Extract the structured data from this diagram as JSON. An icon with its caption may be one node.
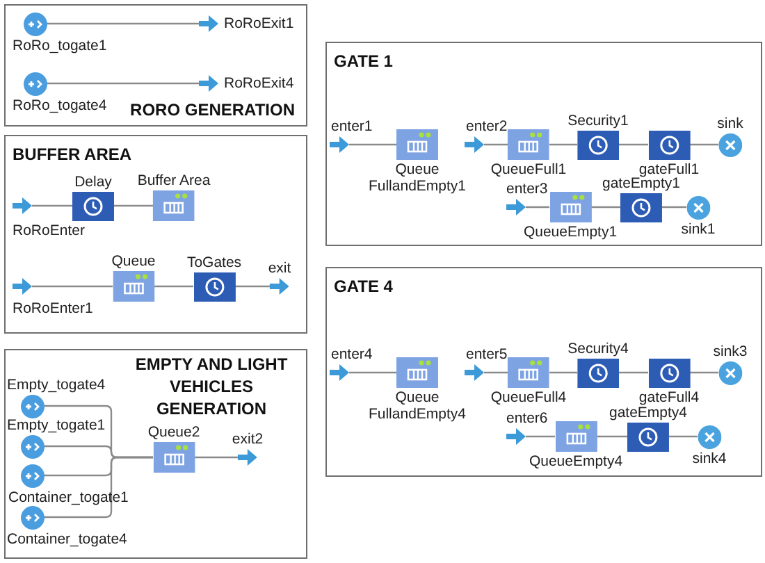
{
  "diagram": {
    "nodes": [
      {
        "text": [
          "RORO GENERATION"
        ]
      },
      {
        "text": [
          "RoRo_togate1"
        ],
        "in": 0
      },
      {
        "text": [
          "RoRoExit1"
        ],
        "in": 0
      },
      {
        "text": [
          "RoRo_togate4"
        ],
        "in": 0
      },
      {
        "text": [
          "RoRoExit4"
        ],
        "in": 0
      },
      {
        "text": [
          "BUFFER AREA"
        ]
      },
      {
        "text": [
          "RoRoEnter"
        ],
        "in": 5
      },
      {
        "text": [
          "Delay"
        ],
        "in": 5
      },
      {
        "text": [
          "Buffer Area"
        ],
        "in": 5
      },
      {
        "text": [
          "RoRoEnter1"
        ],
        "in": 5
      },
      {
        "text": [
          "Queue"
        ],
        "in": 5
      },
      {
        "text": [
          "ToGates"
        ],
        "in": 5
      },
      {
        "text": [
          "exit"
        ],
        "in": 5
      },
      {
        "text": [
          "EMPTY AND LIGHT VEHICLES GENERATION"
        ]
      },
      {
        "text": [
          "Empty_togate4"
        ],
        "in": 13
      },
      {
        "text": [
          "Empty_togate1"
        ],
        "in": 13
      },
      {
        "text": [
          "Container_togate1"
        ],
        "in": 13
      },
      {
        "text": [
          "Container_togate4"
        ],
        "in": 13
      },
      {
        "text": [
          "Queue2"
        ],
        "in": 13
      },
      {
        "text": [
          "exit2"
        ],
        "in": 13
      },
      {
        "text": [
          "GATE 1"
        ]
      },
      {
        "text": [
          "enter1"
        ],
        "in": 20
      },
      {
        "text": [
          "Queue FullandEmpty1"
        ],
        "in": 20
      },
      {
        "text": [
          "enter2"
        ],
        "in": 20
      },
      {
        "text": [
          "QueueFull1"
        ],
        "in": 20
      },
      {
        "text": [
          "Security1"
        ],
        "in": 20
      },
      {
        "text": [
          "gateFull1"
        ],
        "in": 20
      },
      {
        "text": [
          "sink"
        ],
        "in": 20
      },
      {
        "text": [
          "enter3"
        ],
        "in": 20
      },
      {
        "text": [
          "QueueEmpty1"
        ],
        "in": 20
      },
      {
        "text": [
          "gateEmpty1"
        ],
        "in": 20
      },
      {
        "text": [
          "sink1"
        ],
        "in": 20
      },
      {
        "text": [
          "GATE 4"
        ]
      },
      {
        "text": [
          "enter4"
        ],
        "in": 32
      },
      {
        "text": [
          "Queue FullandEmpty4"
        ],
        "in": 32
      },
      {
        "text": [
          "enter5"
        ],
        "in": 32
      },
      {
        "text": [
          "QueueFull4"
        ],
        "in": 32
      },
      {
        "text": [
          "Security4"
        ],
        "in": 32
      },
      {
        "text": [
          "gateFull4"
        ],
        "in": 32
      },
      {
        "text": [
          "sink3"
        ],
        "in": 32
      },
      {
        "text": [
          "enter6"
        ],
        "in": 32
      },
      {
        "text": [
          "QueueEmpty4"
        ],
        "in": 32
      },
      {
        "text": [
          "gateEmpty4"
        ],
        "in": 32
      },
      {
        "text": [
          "sink4"
        ],
        "in": 32
      }
    ],
    "edges": [
      {
        "from": 1,
        "to": 2,
        "arrow": "none"
      },
      {
        "from": 3,
        "to": 4,
        "arrow": "none"
      },
      {
        "from": 6,
        "to": 7,
        "arrow": "none"
      },
      {
        "from": 7,
        "to": 8,
        "arrow": "none"
      },
      {
        "from": 9,
        "to": 10,
        "arrow": "none"
      },
      {
        "from": 10,
        "to": 11,
        "arrow": "none"
      },
      {
        "from": 11,
        "to": 12,
        "arrow": "none"
      },
      {
        "from": 14,
        "to": 18,
        "arrow": "none"
      },
      {
        "from": 15,
        "to": 18,
        "arrow": "none"
      },
      {
        "from": 16,
        "to": 18,
        "arrow": "none"
      },
      {
        "from": 17,
        "to": 18,
        "arrow": "none"
      },
      {
        "from": 18,
        "to": 19,
        "arrow": "none"
      },
      {
        "from": 21,
        "to": 22,
        "arrow": "none"
      },
      {
        "from": 23,
        "to": 24,
        "arrow": "none"
      },
      {
        "from": 24,
        "to": 25,
        "arrow": "none"
      },
      {
        "from": 25,
        "to": 26,
        "arrow": "none"
      },
      {
        "from": 26,
        "to": 27,
        "arrow": "none"
      },
      {
        "from": 28,
        "to": 29,
        "arrow": "none"
      },
      {
        "from": 29,
        "to": 30,
        "arrow": "none"
      },
      {
        "from": 30,
        "to": 31,
        "arrow": "none"
      },
      {
        "from": 33,
        "to": 34,
        "arrow": "none"
      },
      {
        "from": 35,
        "to": 36,
        "arrow": "none"
      },
      {
        "from": 36,
        "to": 37,
        "arrow": "none"
      },
      {
        "from": 37,
        "to": 38,
        "arrow": "none"
      },
      {
        "from": 38,
        "to": 39,
        "arrow": "none"
      },
      {
        "from": 40,
        "to": 41,
        "arrow": "none"
      },
      {
        "from": 41,
        "to": 42,
        "arrow": "none"
      },
      {
        "from": 42,
        "to": 43,
        "arrow": "none"
      }
    ]
  }
}
